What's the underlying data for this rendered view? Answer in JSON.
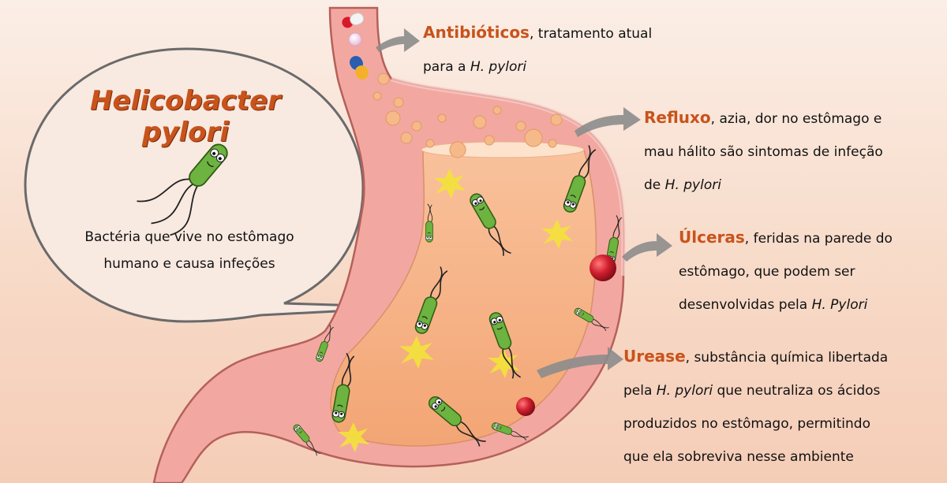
{
  "bubble": {
    "title": "Helicobacter pylori",
    "description_line1": "Bactéria que vive no estômago",
    "description_line2": "humano e causa infeções"
  },
  "notes": {
    "antibioticos": {
      "highlight": "Antibióticos",
      "line1_rest": ", tratamento atual",
      "line2_prefix": "para a ",
      "line2_italic": "H. pylori"
    },
    "refluxo": {
      "highlight": "Refluxo",
      "line1_rest": ", azia, dor no estômago e",
      "line2": "mau hálito são sintomas de infeção",
      "line3_prefix": "de ",
      "line3_italic": "H. pylori"
    },
    "ulceras": {
      "highlight": "Úlceras",
      "line1_rest": ", feridas na parede do",
      "line2": "estômago, que podem ser",
      "line3_prefix": "desenvolvidas pela ",
      "line3_italic": "H. Pylori"
    },
    "urease": {
      "highlight": "Urease",
      "line1_rest": ", substância química libertada",
      "line2_prefix": "pela ",
      "line2_italic": "H. pylori",
      "line2_rest": " que neutraliza os ácidos",
      "line3": "produzidos no estômago, permitindo",
      "line4": "que ela sobreviva nesse ambiente"
    }
  },
  "colors": {
    "highlight": "#c8531b",
    "stomach_wall": "#f2a8a0",
    "stomach_inner": "#f7b48a",
    "bacterium": "#6cb33f",
    "ulcer": "#c8102e"
  }
}
